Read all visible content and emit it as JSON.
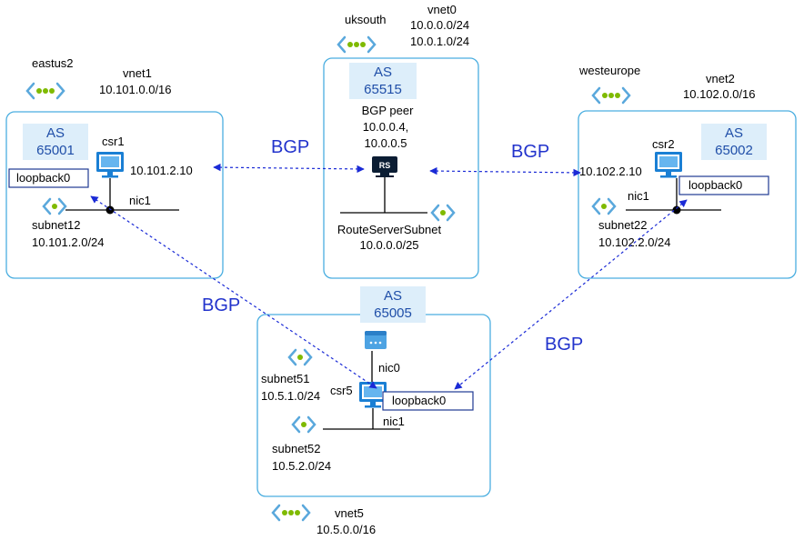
{
  "colors": {
    "vnet_border": "#4aaee0",
    "as_fill": "#ddeefa",
    "as_text": "#1f4ea8",
    "bgp_arrow": "#1a2ad6",
    "bgp_text": "#2233cc",
    "vm_blue": "#1a7fd4",
    "vnet_icon_dot": "#7fba00",
    "loopback_border": "#1f3a93"
  },
  "vnets": {
    "vnet0": {
      "region": "uksouth",
      "name": "vnet0",
      "prefix1": "10.0.0.0/24",
      "prefix2": "10.0.1.0/24"
    },
    "vnet1": {
      "region": "eastus2",
      "name": "vnet1",
      "prefix": "10.101.0.0/16"
    },
    "vnet2": {
      "region": "westeurope",
      "name": "vnet2",
      "prefix": "10.102.0.0/16"
    },
    "vnet5": {
      "name": "vnet5",
      "prefix": "10.5.0.0/16"
    }
  },
  "as_boxes": {
    "as_hub": {
      "label": "AS",
      "number": "65515"
    },
    "as1": {
      "label": "AS",
      "number": "65001"
    },
    "as2": {
      "label": "AS",
      "number": "65002"
    },
    "as5": {
      "label": "AS",
      "number": "65005"
    }
  },
  "route_server": {
    "badge": "RS",
    "peer_title": "BGP peer",
    "peer_ip1": "10.0.0.4,",
    "peer_ip2": "10.0.0.5",
    "subnet_name": "RouteServerSubnet",
    "subnet_prefix": "10.0.0.0/25"
  },
  "csr1": {
    "name": "csr1",
    "ip": "10.101.2.10",
    "nic": "nic1",
    "loopback": "loopback0",
    "subnet_name": "subnet12",
    "subnet_prefix": "10.101.2.0/24"
  },
  "csr2": {
    "name": "csr2",
    "ip": "10.102.2.10",
    "nic": "nic1",
    "loopback": "loopback0",
    "subnet_name": "subnet22",
    "subnet_prefix": "10.102.2.0/24"
  },
  "csr5": {
    "name": "csr5",
    "nic0": "nic0",
    "nic1": "nic1",
    "loopback": "loopback0",
    "subnet51_name": "subnet51",
    "subnet51_prefix": "10.5.1.0/24",
    "subnet52_name": "subnet52",
    "subnet52_prefix": "10.5.2.0/24"
  },
  "bgp_labels": {
    "left": "BGP",
    "right": "BGP",
    "lower_left": "BGP",
    "lower_right": "BGP"
  }
}
